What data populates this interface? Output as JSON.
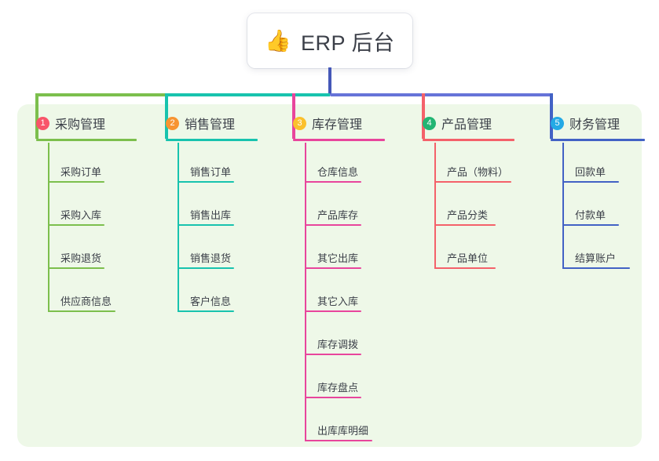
{
  "root": {
    "icon": "thumbs-up-icon",
    "emoji": "👍",
    "title": "ERP 后台"
  },
  "theme": {
    "panel_bg": "#eef8e8",
    "page_bg": "#ffffff",
    "text": "#3b3f48",
    "root_stem": "#4558b8",
    "trunk_left": "#7cbf4d",
    "trunk_mid": "#18c3ae",
    "trunk_right": "#6673d8"
  },
  "columns": [
    {
      "index": "1",
      "title": "采购管理",
      "badge_color": "#f8556a",
      "line_color": "#7cbf4d",
      "items": [
        {
          "label": "采购订单"
        },
        {
          "label": "采购入库"
        },
        {
          "label": "采购退货"
        },
        {
          "label": "供应商信息"
        }
      ]
    },
    {
      "index": "2",
      "title": "销售管理",
      "badge_color": "#f79432",
      "line_color": "#18c3ae",
      "items": [
        {
          "label": "销售订单"
        },
        {
          "label": "销售出库"
        },
        {
          "label": "销售退货"
        },
        {
          "label": "客户信息"
        }
      ]
    },
    {
      "index": "3",
      "title": "库存管理",
      "badge_color": "#fbc02d",
      "line_color": "#e8459c",
      "items": [
        {
          "label": "仓库信息"
        },
        {
          "label": "产品库存"
        },
        {
          "label": "其它出库"
        },
        {
          "label": "其它入库"
        },
        {
          "label": "库存调拨"
        },
        {
          "label": "库存盘点"
        },
        {
          "label": "出库库明细"
        }
      ]
    },
    {
      "index": "4",
      "title": "产品管理",
      "badge_color": "#22b573",
      "line_color": "#f4616a",
      "items": [
        {
          "label": "产品（物料）"
        },
        {
          "label": "产品分类"
        },
        {
          "label": "产品单位"
        }
      ]
    },
    {
      "index": "5",
      "title": "财务管理",
      "badge_color": "#24a9e5",
      "line_color": "#4262c5",
      "items": [
        {
          "label": "回款单"
        },
        {
          "label": "付款单"
        },
        {
          "label": "结算账户"
        }
      ]
    }
  ]
}
